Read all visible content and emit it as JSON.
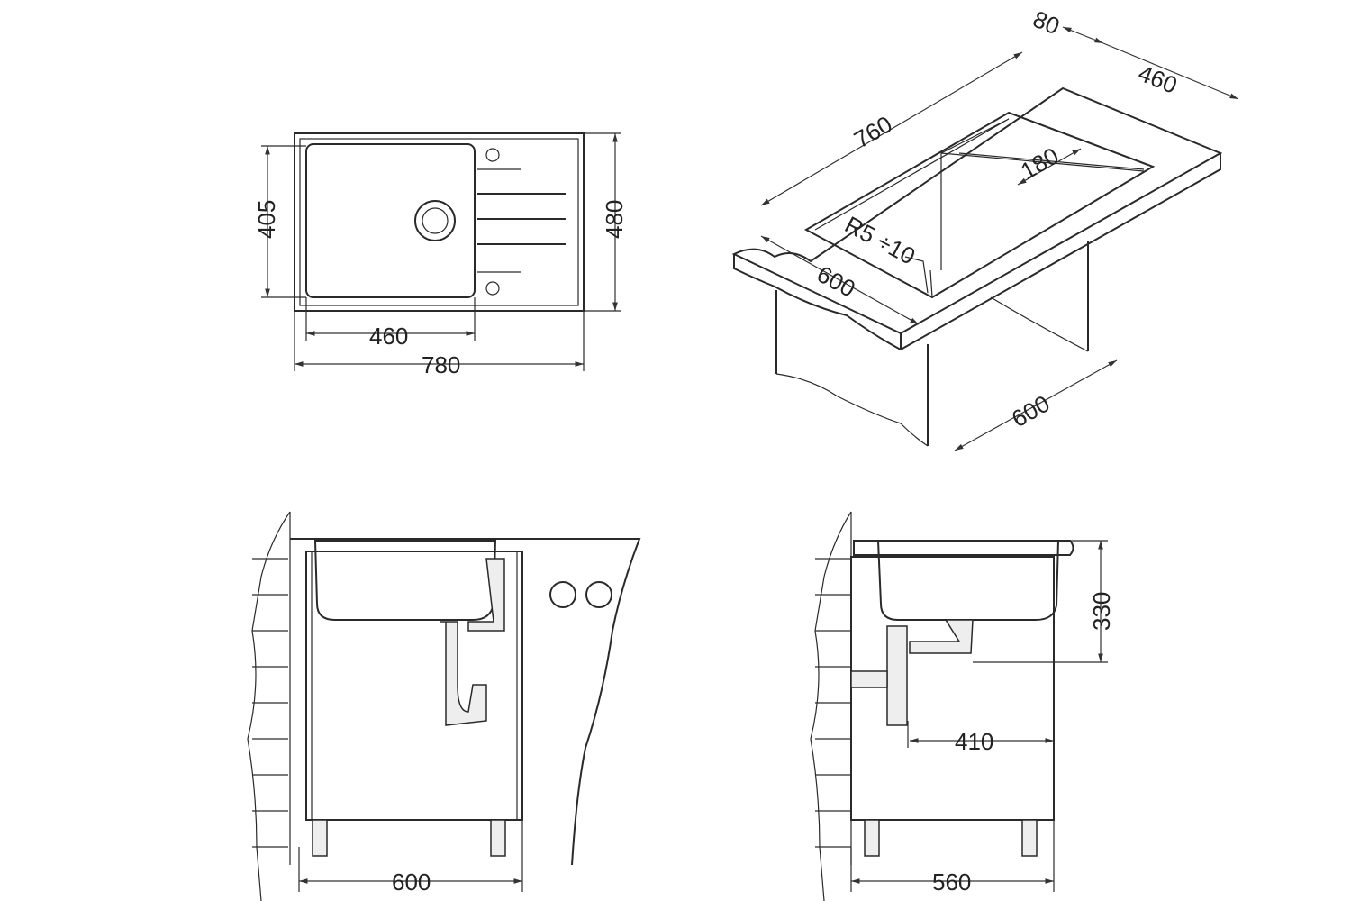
{
  "plan_view": {
    "inner_height": "405",
    "outer_height": "480",
    "bowl_width": "460",
    "outer_width": "780"
  },
  "isometric_view": {
    "depth_offset": "80",
    "cutout_depth": "460",
    "cutout_length": "760",
    "drainer": "180",
    "radius": "R5 ÷10",
    "cabinet_width": "600",
    "cabinet_depth": "600"
  },
  "front_view": {
    "cabinet_width": "600"
  },
  "side_view": {
    "sink_depth": "330",
    "drain_offset": "410",
    "cabinet_depth": "560"
  }
}
